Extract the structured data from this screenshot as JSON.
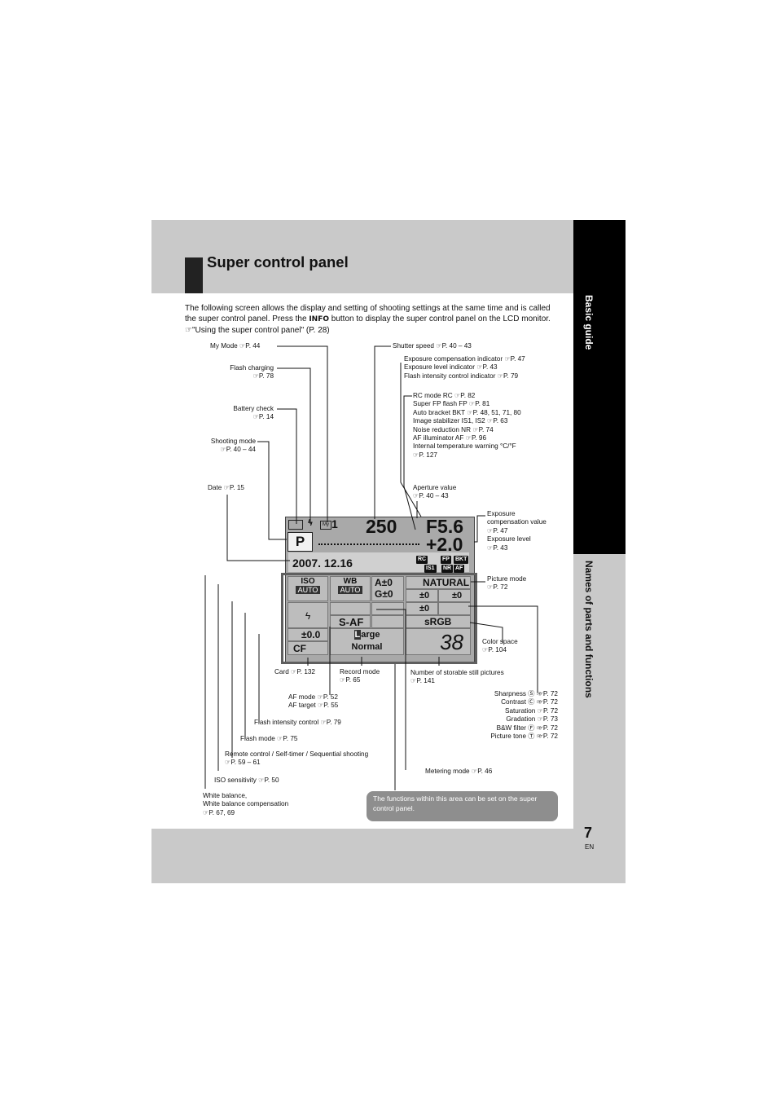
{
  "header": {
    "title": "Super control panel"
  },
  "side_tabs": [
    "Basic guide",
    "Names of parts and functions"
  ],
  "intro": {
    "part1": "The following screen allows the display and setting of shooting settings at the same time and is called the super control panel. Press the ",
    "info_word": "INFO",
    "part2": " button to display the super control panel on the LCD monitor. ",
    "ref": "☞\"Using the super control panel\" (P. 28)"
  },
  "labels": {
    "my_mode": "My Mode ☞P. 44",
    "flash_charging": "Flash charging",
    "flash_charging_ref": "☞P. 78",
    "battery": "Battery check",
    "battery_ref": "☞P. 14",
    "shooting_mode": "Shooting mode",
    "shooting_mode_ref": "☞P. 40 – 44",
    "date": "Date ☞P. 15",
    "shutter": "Shutter speed ☞P. 40 – 43",
    "exp_indicators": [
      "Exposure compensation indicator ☞P. 47",
      "Exposure level indicator ☞P. 43",
      "Flash intensity control indicator ☞P. 79"
    ],
    "rc_group": [
      "RC mode RC ☞P. 82",
      "Super FP flash FP ☞P. 81",
      "Auto bracket BKT ☞P. 48, 51, 71, 80",
      "Image stabilizer IS1, IS2 ☞P. 63",
      "Noise reduction NR ☞P. 74",
      "AF illuminator AF ☞P. 96",
      "Internal temperature warning °C/°F",
      "☞P. 127"
    ],
    "aperture": "Aperture value",
    "aperture_ref": "☞P. 40 – 43",
    "exp_right": [
      "Exposure",
      "compensation value",
      "☞P. 47",
      "Exposure level",
      "☞P. 43"
    ],
    "picture_mode": "Picture mode",
    "picture_mode_ref": "☞P. 72",
    "color_space": "Color space",
    "color_space_ref": "☞P. 104",
    "card": "Card ☞P. 132",
    "record_mode": "Record mode",
    "record_mode_ref": "☞P. 65",
    "storable": "Number of storable still pictures",
    "storable_ref": "☞P. 141",
    "af": [
      "AF mode ☞P. 52",
      "AF target ☞P. 55"
    ],
    "flash_int": "Flash intensity control ☞P. 79",
    "flash_mode": "Flash mode ☞P. 75",
    "remote": "Remote control / Self-timer / Sequential shooting",
    "remote_ref": "☞P. 59 – 61",
    "iso": "ISO sensitivity ☞P. 50",
    "wb": [
      "White balance,",
      "White balance compensation",
      "☞P. 67, 69"
    ],
    "tone_group": [
      "Sharpness Ⓢ ☞P. 72",
      "Contrast Ⓒ ☞P. 72",
      "Saturation ☞P. 72",
      "Gradation ☞P. 73",
      "B&W filter Ⓕ ☞P. 72",
      "Picture tone Ⓣ ☞P. 72"
    ],
    "metering": "Metering mode ☞P. 46"
  },
  "lcd": {
    "shutter": "250",
    "aperture": "F5.6",
    "exp_comp": "+2.0",
    "mode": "P",
    "mymode": "1",
    "date": "2007. 12.16",
    "iso_label": "ISO",
    "iso_value": "AUTO",
    "wb_label": "WB",
    "wb_value": "AUTO",
    "wb_a": "A±0",
    "wb_g": "G±0",
    "picture_mode": "NATURAL",
    "sharp": "±0",
    "contrast": "±0",
    "saturation": "±0",
    "af_mode": "S-AF",
    "flash_comp": "±0.0",
    "record": "arge",
    "record_L": "L",
    "record2": "Normal",
    "card": "CF",
    "color_space": "sRGB",
    "count": "38",
    "badges": [
      "RC",
      "FP",
      "BKT",
      "IS1",
      "NR",
      "AF"
    ]
  },
  "note": "The functions within this area can be set on the super control panel.",
  "page": {
    "number": "7",
    "lang": "EN"
  }
}
